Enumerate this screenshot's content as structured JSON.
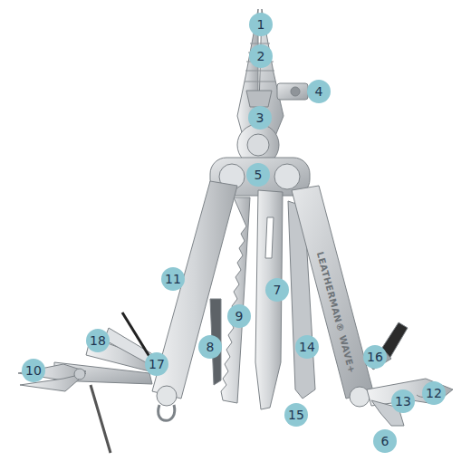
{
  "diagram": {
    "labels": [
      "1",
      "2",
      "4",
      "3",
      "5",
      "11",
      "7",
      "9",
      "18",
      "16",
      "14",
      "8",
      "17",
      "10",
      "13",
      "12",
      "15",
      "6",
      "LEATHERMAN® WAVE+"
    ]
  }
}
